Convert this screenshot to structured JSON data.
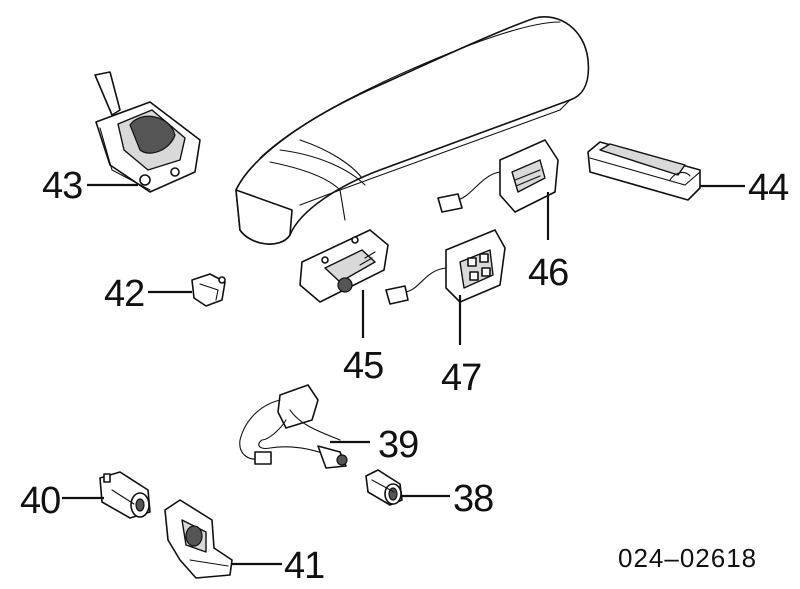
{
  "callouts": {
    "c38": "38",
    "c39": "39",
    "c40": "40",
    "c41": "41",
    "c42": "42",
    "c43": "43",
    "c44": "44",
    "c45": "45",
    "c46": "46",
    "c47": "47"
  },
  "reference_code": "024–02618"
}
